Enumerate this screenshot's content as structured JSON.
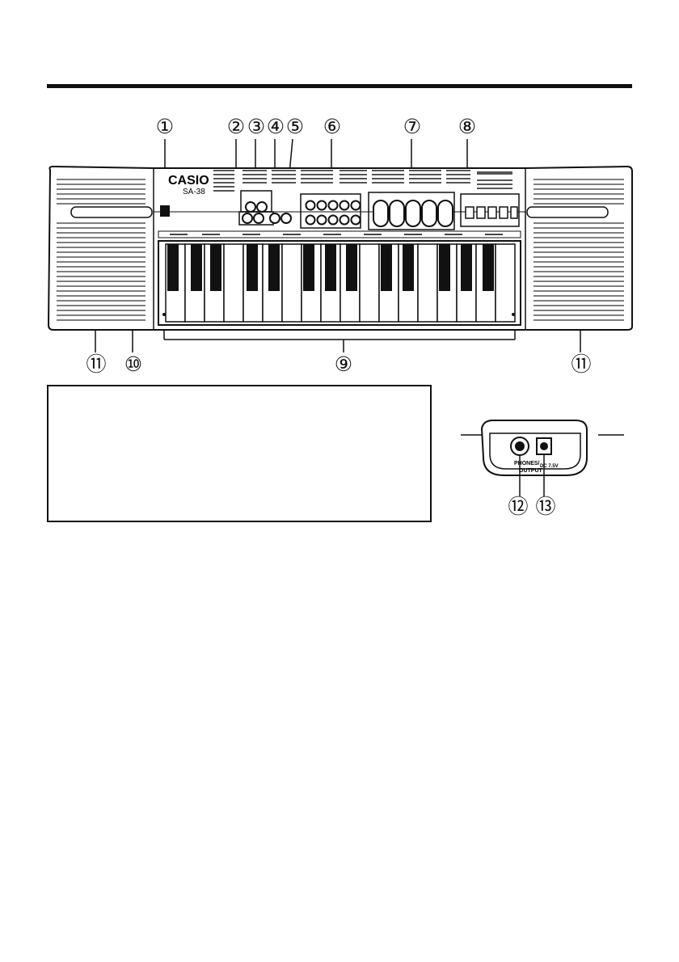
{
  "keyboard": {
    "brand": "CASIO",
    "model": "SA-38",
    "callouts": [
      "①",
      "②",
      "③",
      "④",
      "⑤",
      "⑥",
      "⑦",
      "⑧",
      "⑨",
      "⑩",
      "⑪",
      "⑪"
    ]
  },
  "jack_panel": {
    "phones_label": "PHONES/\nOUTPUT",
    "dc_label": "DC 7.5V",
    "callouts": [
      "⑫",
      "⑬"
    ]
  },
  "legend_box": {
    "lines": []
  }
}
